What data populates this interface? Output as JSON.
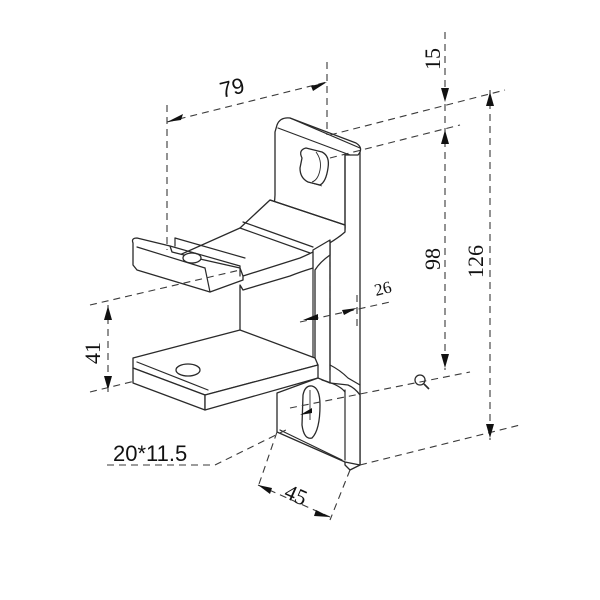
{
  "drawing": {
    "subject": "Wall mount bracket with two arms (isometric view)",
    "colors": {
      "line": "#2a2a2a",
      "background": "#ffffff",
      "text": "#111111"
    },
    "dimensions": {
      "top_arm_depth": "79",
      "top_offset": "15",
      "slot_center_height": "98",
      "total_height": "126",
      "web_thickness": "26",
      "arm_spacing": "41",
      "slot_size": "20*11.5",
      "base_width": "45"
    },
    "symbols": {
      "magnifier": "magnifier-icon"
    }
  }
}
